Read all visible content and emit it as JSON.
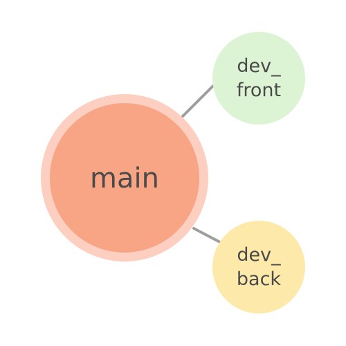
{
  "diagram": {
    "connector_color": "#9e9e9e",
    "nodes": {
      "main": {
        "label": "main",
        "fill": "#f8a585",
        "ring": "#fccfc0"
      },
      "dev_front": {
        "label_line1": "dev_",
        "label_line2": "front",
        "fill": "#dcf3d4"
      },
      "dev_back": {
        "label_line1": "dev_",
        "label_line2": "back",
        "fill": "#fde9a9"
      }
    }
  }
}
